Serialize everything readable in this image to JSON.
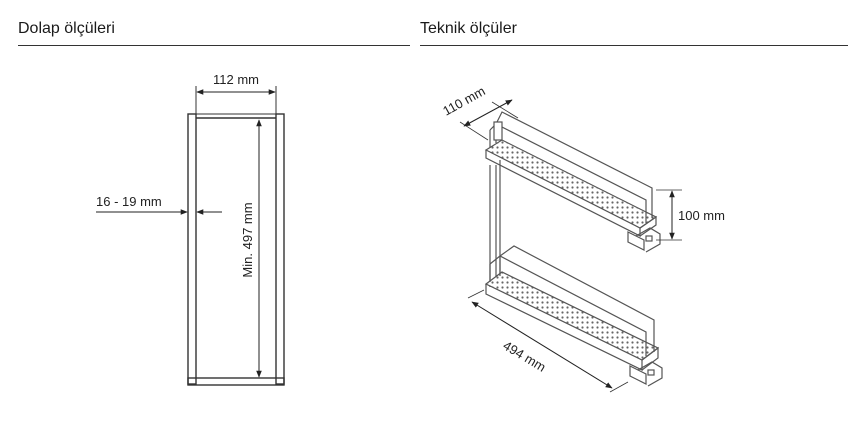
{
  "sections": {
    "left_title": "Dolap ölçüleri",
    "right_title": "Teknik ölçüler"
  },
  "cabinet": {
    "width_label": "112 mm",
    "wall_label": "16 - 19 mm",
    "height_label": "Min. 497 mm"
  },
  "technical": {
    "depth_label": "110 mm",
    "spacing_label": "100 mm",
    "length_label": "494 mm"
  },
  "colors": {
    "line": "#333333",
    "panel": "#8a8a8a",
    "basket": "#555555"
  }
}
